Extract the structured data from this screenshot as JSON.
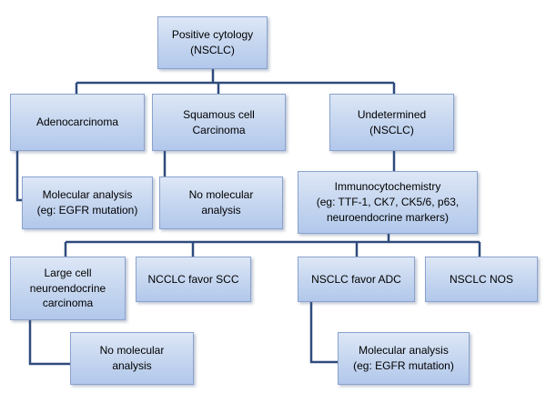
{
  "nodes": {
    "positive_cytology": "Positive cytology\n(NSCLC)",
    "adenocarcinoma": "Adenocarcinoma",
    "squamous": "Squamous cell\nCarcinoma",
    "undetermined": "Undetermined\n(NSCLC)",
    "molecular_analysis_1": "Molecular analysis\n(eg: EGFR mutation)",
    "no_molecular_1": "No molecular\nanalysis",
    "immunocytochemistry": "Immunocytochemistry\n(eg: TTF-1, CK7, CK5/6, p63,\nneuroendocrine markers)",
    "large_cell": "Large cell\nneuroendocrine\ncarcinoma",
    "favor_scc": "NCCLC favor SCC",
    "favor_adc": "NSCLC favor ADC",
    "nos": "NSCLC NOS",
    "no_molecular_2": "No molecular\nanalysis",
    "molecular_analysis_2": "Molecular analysis\n(eg: EGFR mutation)"
  },
  "colors": {
    "box_fill": "#c4d5ef",
    "box_border": "#8aa2cd",
    "connector": "#2f4b7c"
  }
}
